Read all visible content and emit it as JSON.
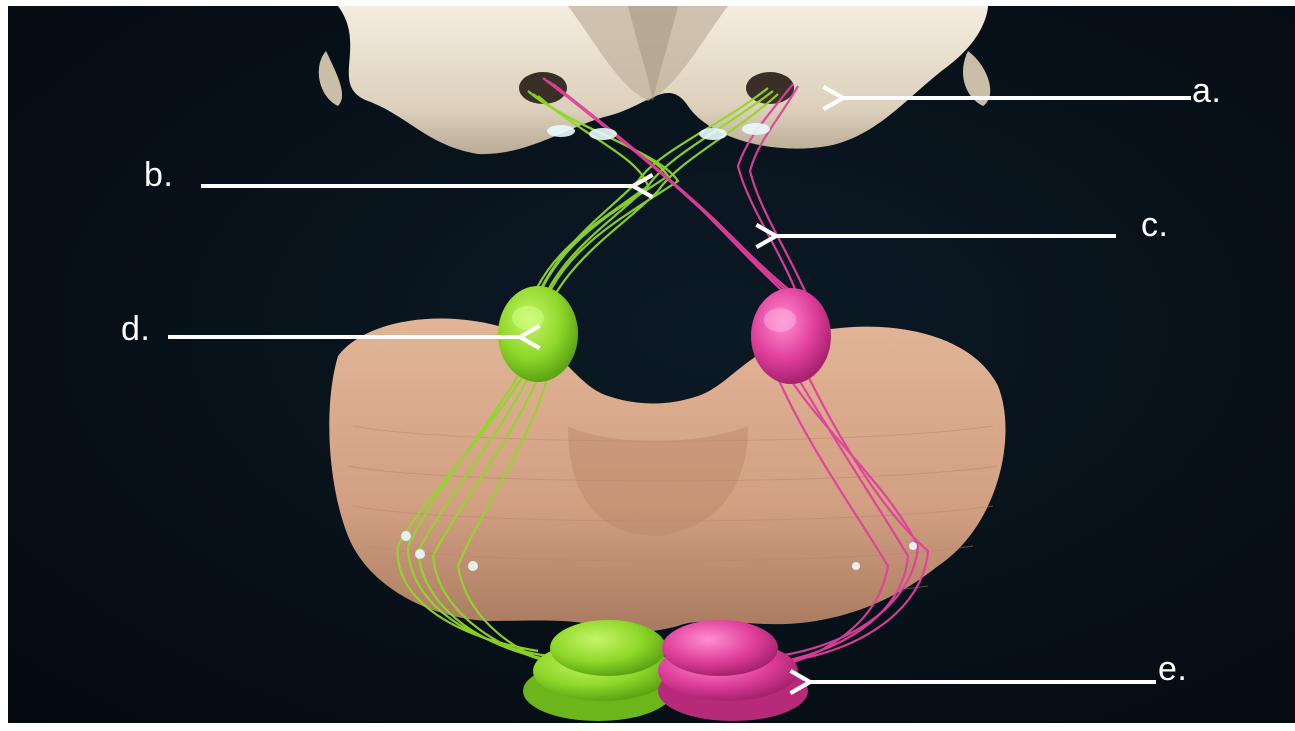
{
  "labels": {
    "a": "a.",
    "b": "b.",
    "c": "c.",
    "d": "d.",
    "e": "e."
  },
  "colors": {
    "background": "#071119",
    "left_pathway": "#8fd82a",
    "right_pathway": "#e0409c",
    "brain_tissue": "#e9ddc8",
    "midbrain": "#d7a487",
    "arrow": "#ffffff"
  }
}
